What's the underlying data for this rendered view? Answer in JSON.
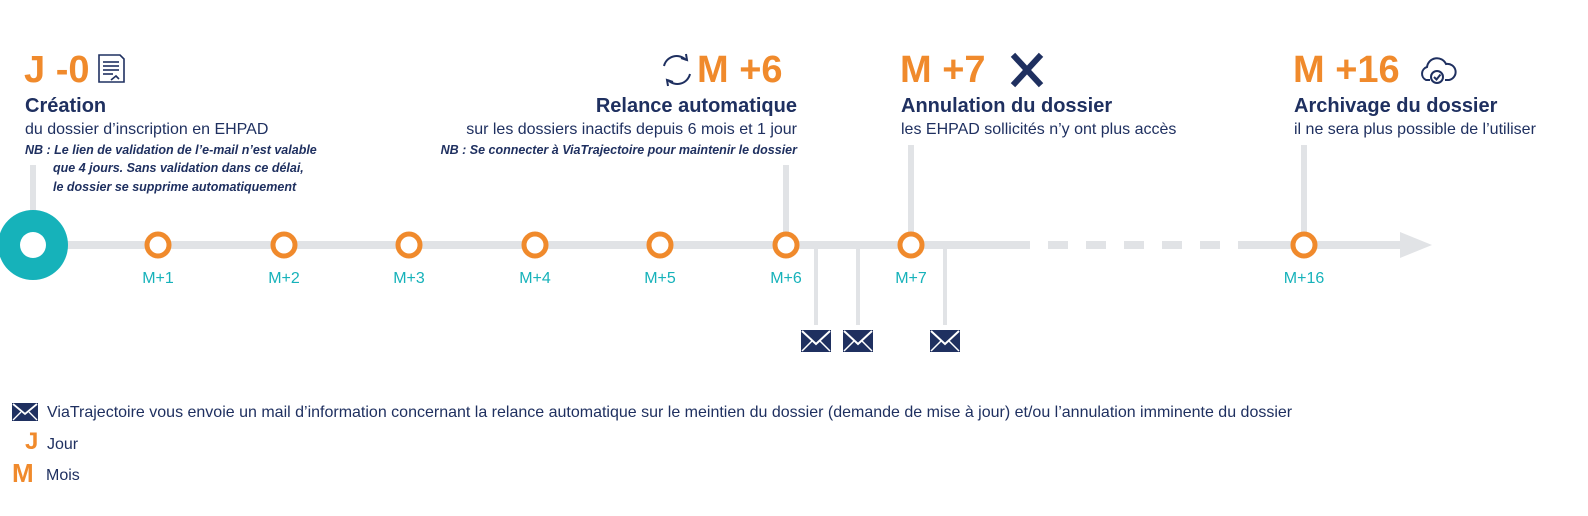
{
  "milestones": {
    "j0": {
      "tag": "J -0",
      "title": "Création",
      "subtitle": "du dossier d’inscription en EHPAD",
      "nb": [
        "NB : Le lien de validation de l’e-mail n’est valable",
        "que 4 jours. Sans validation dans ce délai,",
        "le dossier se supprime automatiquement"
      ],
      "icon": "document-icon"
    },
    "m6": {
      "tag": "M +6",
      "title": "Relance automatique",
      "subtitle": "sur les dossiers inactifs depuis 6 mois et 1 jour",
      "nb": [
        "NB : Se connecter à ViaTrajectoire pour maintenir le dossier"
      ],
      "icon": "refresh-icon"
    },
    "m7": {
      "tag": "M +7",
      "title": "Annulation du dossier",
      "subtitle": "les EHPAD sollicités n’y ont plus accès",
      "icon": "cross-icon"
    },
    "m16": {
      "tag": "M +16",
      "title": "Archivage du dossier",
      "subtitle": "il ne sera plus possible de l’utiliser",
      "icon": "cloud-check-icon"
    }
  },
  "timeline": {
    "month_labels": [
      "M+1",
      "M+2",
      "M+3",
      "M+4",
      "M+5",
      "M+6",
      "M+7",
      "M+16"
    ]
  },
  "legend": {
    "mail_text": "ViaTrajectoire vous envoie un mail d’information concernant la relance automatique sur le meintien du dossier (demande de mise à jour) et/ou l’annulation imminente du dossier",
    "j_letter": "J",
    "j_text": "Jour",
    "m_letter": "M",
    "m_text": "Mois"
  },
  "colors": {
    "orange": "#f08a2c",
    "navy": "#1f3060",
    "teal": "#16b2ba",
    "line": "#e1e3e6"
  }
}
